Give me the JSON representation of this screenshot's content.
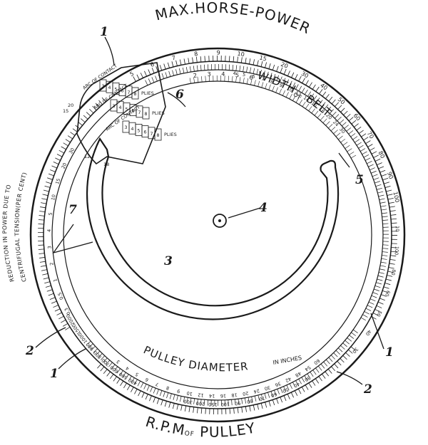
{
  "labels": {
    "max_horse_power": "MAX.HORSE-POWER",
    "width_of_belt_main": "WIDTH",
    "width_of_belt_of": "OF",
    "width_of_belt_end": "BELT",
    "pulley_diameter": "PULLEY DIAMETER",
    "in_inches": "IN INCHES",
    "rpm_main": "R.P.M",
    "rpm_of": "OF",
    "rpm_end": "PULLEY",
    "reduction_line1": "REDUCTION IN POWER DUE TO",
    "reduction_line2": "CENTRIFUGAL TENSION(PER CENT)",
    "plies": "PLIES",
    "arc_of_contact": "ARC OF CONTACT"
  },
  "callouts": [
    "1",
    "1",
    "1",
    "2",
    "2",
    "3",
    "4",
    "5",
    "6",
    "7"
  ],
  "scales": {
    "max_hp_outer": [
      "5",
      "6",
      "7",
      "8",
      "9",
      "10",
      "15",
      "20",
      "30",
      "40",
      "50",
      "60",
      "70",
      "80",
      "90",
      "100"
    ],
    "max_hp_inner": [
      "2",
      "3",
      "4",
      "5",
      "6"
    ],
    "belt_width": [
      "4",
      "5",
      "6",
      "7",
      "8",
      "9",
      "10",
      "12",
      "14",
      "16",
      "18",
      "20",
      "24",
      "30"
    ],
    "reduction": [
      "30",
      "20",
      "15",
      "10",
      "5",
      "4",
      "3",
      "2",
      "1",
      "0.5",
      "0.3"
    ],
    "rpm_left": [
      "2000",
      "1500",
      "1000",
      "900",
      "800",
      "700",
      "600",
      "500",
      "400"
    ],
    "rpm_bottom": [
      "300",
      "200",
      "150",
      "100",
      "90",
      "80",
      "70",
      "60",
      "50",
      "40",
      "30"
    ],
    "pulley_diameter": [
      "3",
      "4",
      "5",
      "6",
      "7",
      "8",
      "9",
      "10",
      "12",
      "14",
      "16",
      "18",
      "20",
      "24",
      "30",
      "36",
      "42",
      "48",
      "54",
      "60"
    ],
    "right_small": [
      "10",
      "100",
      "80",
      "60",
      "50",
      "40",
      "30"
    ],
    "plies_rows": [
      [
        "3",
        "4",
        "5",
        "6",
        "7",
        "8"
      ],
      [
        "3",
        "4",
        "5",
        "6",
        "7",
        "8"
      ],
      [
        "3",
        "4",
        "5",
        "6",
        "7",
        "8"
      ]
    ],
    "window_marks": [
      "12",
      "18",
      "20",
      "15"
    ]
  }
}
